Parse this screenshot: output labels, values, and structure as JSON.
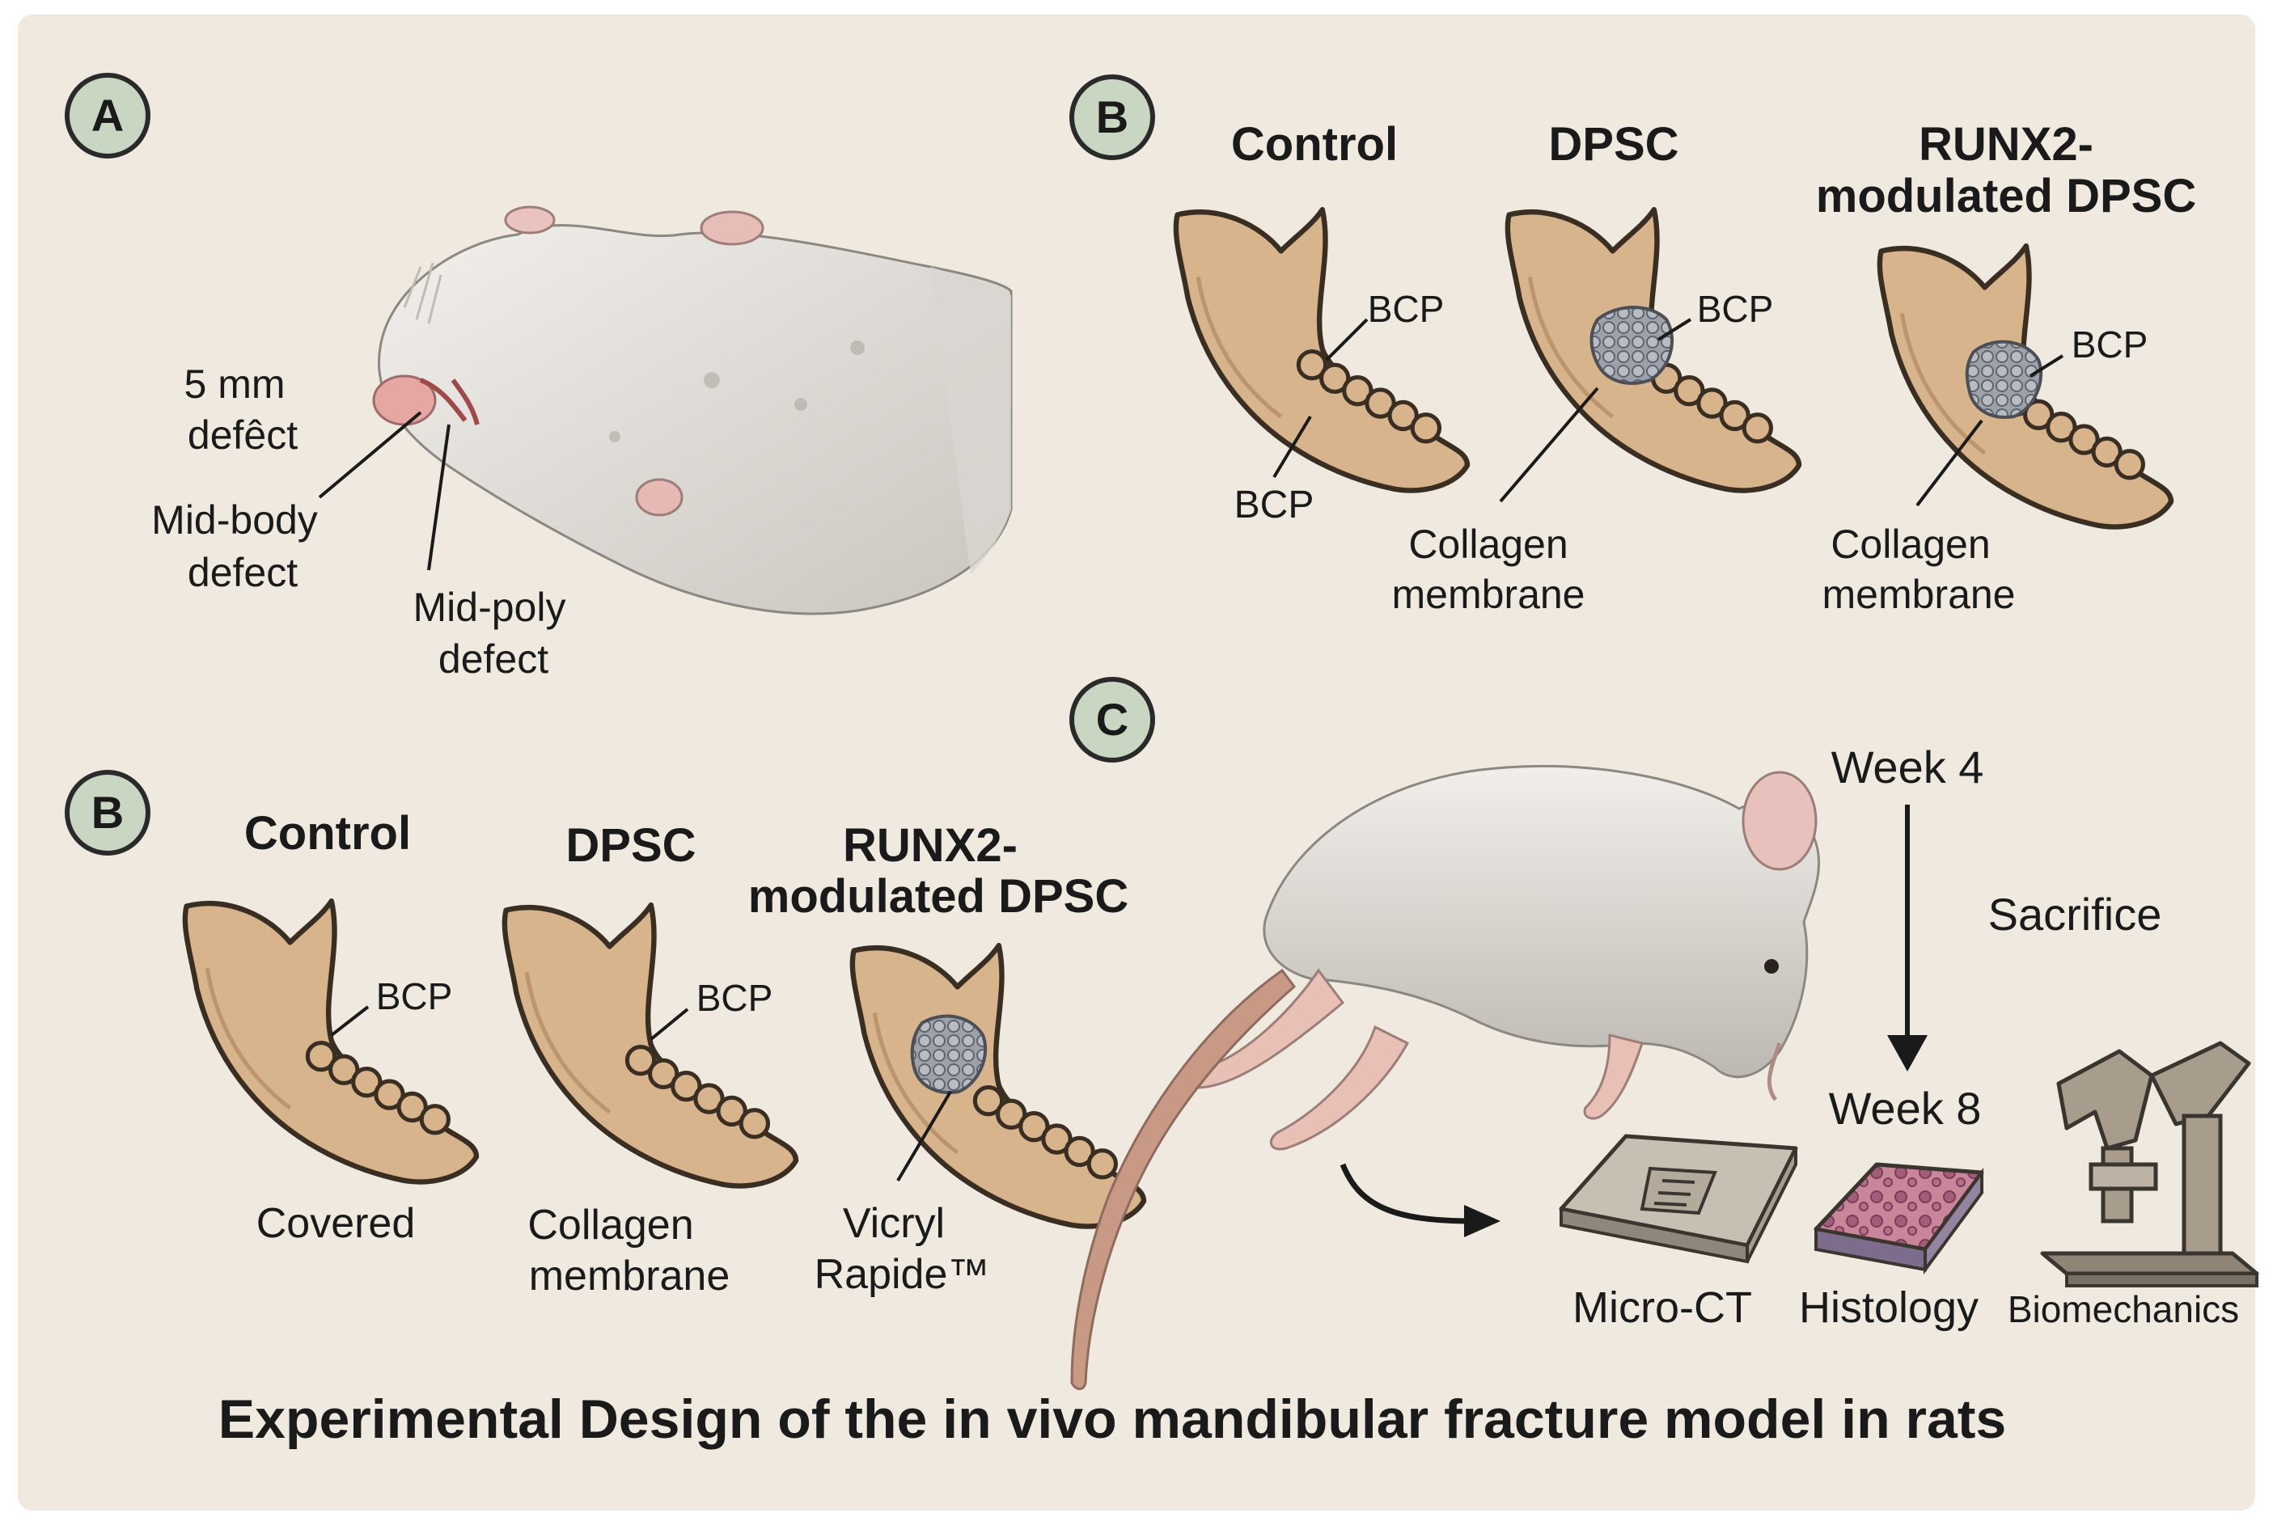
{
  "panel_a": {
    "badge": "A",
    "label_size_1": "5 mm",
    "label_size_2": "defêct",
    "label_midbody_1": "Mid-body",
    "label_midbody_2": "defect",
    "label_midpoly_1": "Mid-poly",
    "label_midpoly_2": "defect"
  },
  "panel_b_top": {
    "badge": "B",
    "groups": [
      {
        "title_1": "Control",
        "title_2": "",
        "bcp_upper": "BCP",
        "label_1": "BCP",
        "label_2": ""
      },
      {
        "title_1": "DPSC",
        "title_2": "",
        "bcp_upper": "BCP",
        "label_1": "Collagen",
        "label_2": "membrane"
      },
      {
        "title_1": "RUNX2-",
        "title_2": "modulated DPSC",
        "bcp_upper": "BCP",
        "label_1": "Collagen",
        "label_2": "membrane"
      }
    ]
  },
  "panel_b_bottom": {
    "badge": "B",
    "groups": [
      {
        "title_1": "Control",
        "title_2": "",
        "bcp_upper": "BCP",
        "label_1": "Covered",
        "label_2": ""
      },
      {
        "title_1": "DPSC",
        "title_2": "",
        "bcp_upper": "BCP",
        "label_1": "Collagen",
        "label_2": "membrane"
      },
      {
        "title_1": "RUNX2-",
        "title_2": "modulated DPSC",
        "bcp_upper": "",
        "label_1": "Vicryl",
        "label_2": "Rapide™"
      }
    ]
  },
  "panel_c": {
    "badge": "C",
    "week_start": "Week 4",
    "sacrifice": "Sacrifice",
    "week_end": "Week 8",
    "analyses": [
      "Micro-CT",
      "Histology",
      "Biomechanics"
    ]
  },
  "caption": "Experimental Design of the in vivo mandibular fracture model in rats",
  "colors": {
    "background": "#efe9df",
    "bone": "#d8b48c",
    "bone_outline": "#3a2d22",
    "badge_fill": "#c8d6c2",
    "graft": "#9a9ea6",
    "fur": "#e8e6e2",
    "tail": "#c89a86"
  },
  "icons": [
    "rat-head-icon",
    "rat-icon",
    "mandible-icon",
    "graft-granules-icon",
    "micro-ct-icon",
    "histology-icon",
    "biomechanics-icon"
  ]
}
